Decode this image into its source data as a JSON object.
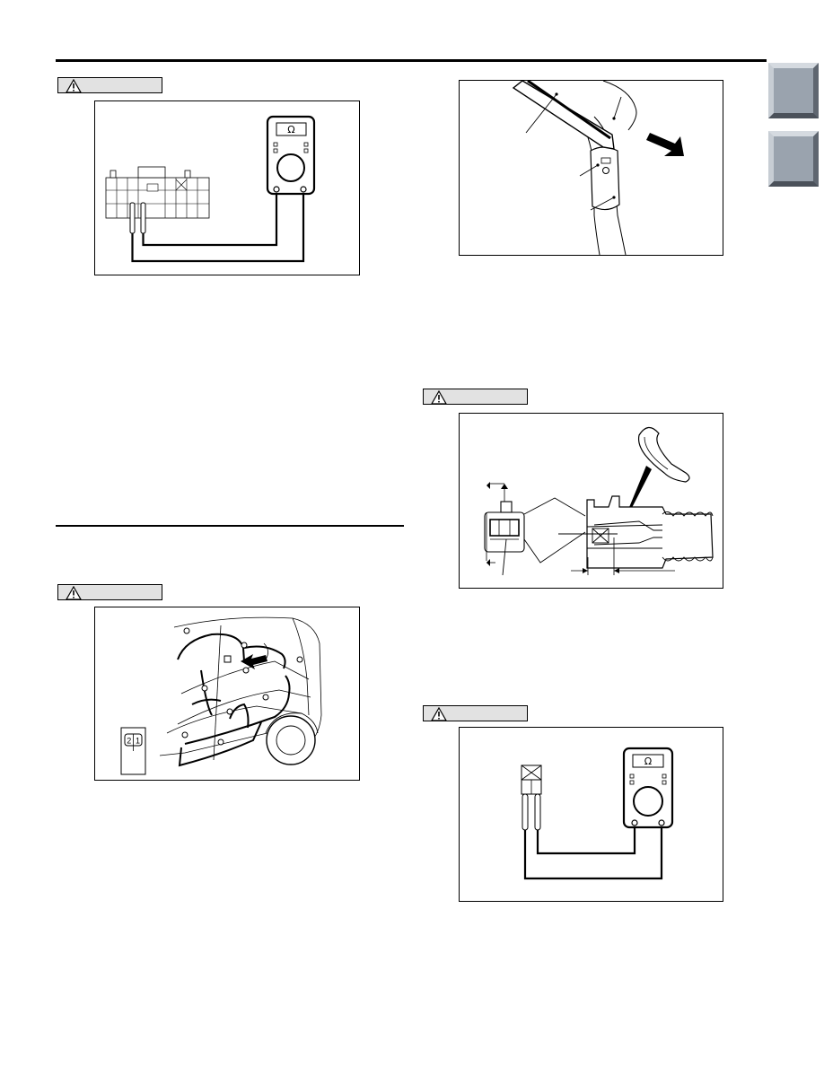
{
  "figures": {
    "ohmmeter_connector": {
      "meter_symbol": "Ω"
    },
    "harness_location": {
      "connector_pins": [
        "2",
        "1"
      ]
    },
    "ohmmeter_fuse": {
      "meter_symbol": "Ω"
    }
  },
  "icons": {
    "warning": "warning-triangle-icon",
    "arrow": "arrow-icon"
  },
  "colors": {
    "tab_face": "#9aa3ae",
    "caution_box": "#e2e2e2"
  }
}
